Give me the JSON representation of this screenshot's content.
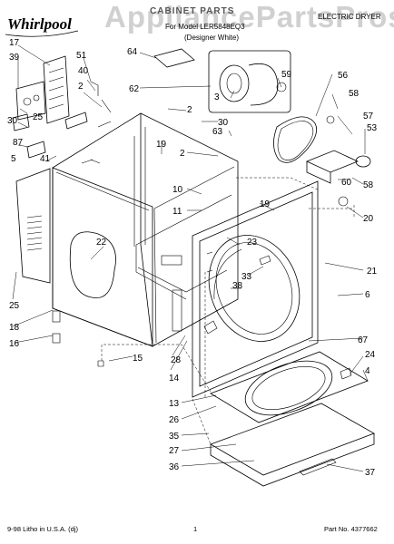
{
  "header": {
    "brand": "Whirlpool",
    "watermark": "AppliancePartsPros.com",
    "title": "CABINET PARTS",
    "model": "For Model LER5848EQ3",
    "designer": "(Designer White)",
    "product": "ELECTRIC DRYER"
  },
  "footer": {
    "printed": "9-98 Litho in U.S.A. (dj)",
    "page": "1",
    "part_no": "Part No. 4377662"
  },
  "callouts": [
    "17",
    "39",
    "51",
    "40",
    "2",
    "25",
    "30",
    "87",
    "5",
    "41",
    "64",
    "62",
    "3",
    "59",
    "56",
    "58",
    "57",
    "53",
    "2",
    "19",
    "30",
    "63",
    "2",
    "60",
    "58",
    "20",
    "10",
    "11",
    "19",
    "22",
    "23",
    "33",
    "38",
    "21",
    "6",
    "25",
    "18",
    "16",
    "15",
    "14",
    "28",
    "67",
    "24",
    "4",
    "13",
    "26",
    "35",
    "27",
    "36",
    "37"
  ]
}
